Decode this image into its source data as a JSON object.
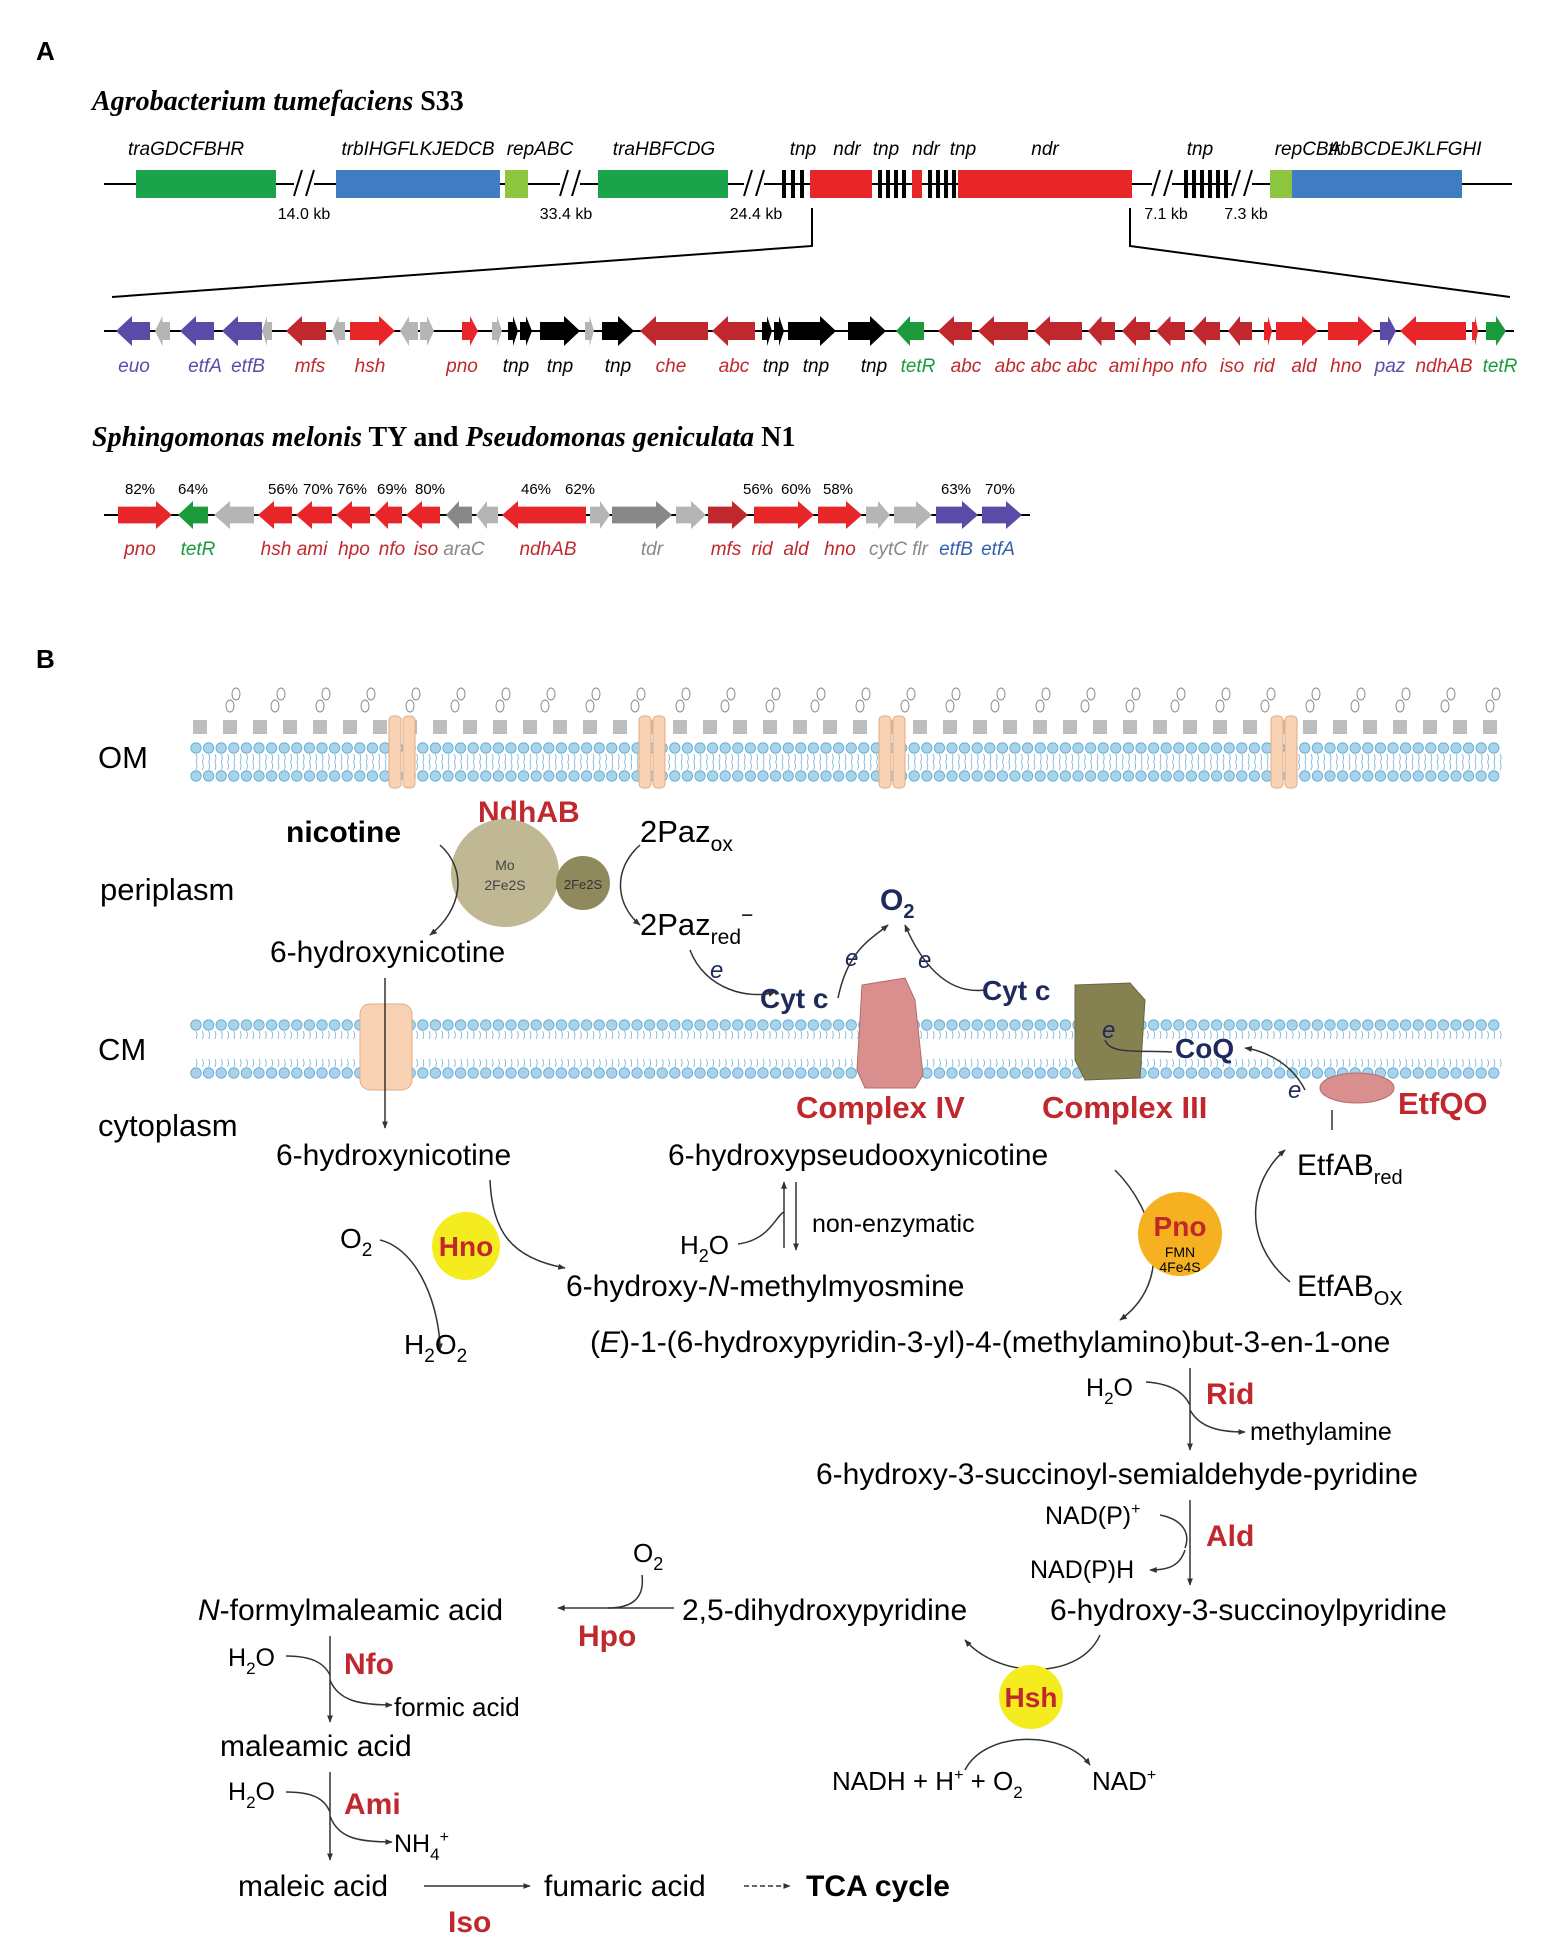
{
  "panels": {
    "a": "A",
    "b": "B"
  },
  "panel_a": {
    "organism1": {
      "genus": "Agrobacterium tumefaciens",
      "strain": "S33"
    },
    "locus_labels": [
      "traGDCFBHR",
      "trbIHGFLKJEDCB",
      "repABC",
      "traHBFCDG",
      "tnp",
      "ndr",
      "tnp",
      "ndr",
      "tnp",
      "ndr",
      "tnp",
      "repCBA",
      "trbBCDEJKLFGHI"
    ],
    "gaps": [
      "14.0 kb",
      "33.4 kb",
      "24.4 kb",
      "7.1 kb",
      "7.3 kb"
    ],
    "cluster_genes": [
      {
        "label": "euo",
        "color": "#5b4aa8"
      },
      {
        "label": "etfA",
        "color": "#5b4aa8"
      },
      {
        "label": "etfB",
        "color": "#5b4aa8"
      },
      {
        "label": "mfs",
        "color": "#c0282d"
      },
      {
        "label": "hsh",
        "color": "#c0282d"
      },
      {
        "label": "pno",
        "color": "#c0282d"
      },
      {
        "label": "tnp",
        "color": "#000000"
      },
      {
        "label": "tnp",
        "color": "#000000"
      },
      {
        "label": "tnp",
        "color": "#000000"
      },
      {
        "label": "che",
        "color": "#c0282d"
      },
      {
        "label": "abc",
        "color": "#c0282d"
      },
      {
        "label": "tnp",
        "color": "#000000"
      },
      {
        "label": "tnp",
        "color": "#000000"
      },
      {
        "label": "tnp",
        "color": "#000000"
      },
      {
        "label": "tetR",
        "color": "#1a9a3a"
      },
      {
        "label": "abc",
        "color": "#c0282d"
      },
      {
        "label": "abc",
        "color": "#c0282d"
      },
      {
        "label": "abc",
        "color": "#c0282d"
      },
      {
        "label": "abc",
        "color": "#c0282d"
      },
      {
        "label": "ami",
        "color": "#c0282d"
      },
      {
        "label": "hpo",
        "color": "#c0282d"
      },
      {
        "label": "nfo",
        "color": "#c0282d"
      },
      {
        "label": "iso",
        "color": "#c0282d"
      },
      {
        "label": "rid",
        "color": "#c0282d"
      },
      {
        "label": "ald",
        "color": "#c0282d"
      },
      {
        "label": "hno",
        "color": "#c0282d"
      },
      {
        "label": "paz",
        "color": "#5b4aa8"
      },
      {
        "label": "ndhAB",
        "color": "#c0282d"
      },
      {
        "label": "tetR",
        "color": "#1a9a3a"
      }
    ],
    "organism2": {
      "genus1": "Sphingomonas melonis",
      "strain1": "TY",
      "joiner": "and",
      "genus2": "Pseudomonas geniculata",
      "strain2": "N1"
    },
    "homolog_genes": [
      {
        "label": "pno",
        "color": "#c0282d"
      },
      {
        "label": "tetR",
        "color": "#1a9a3a"
      },
      {
        "label": "hsh",
        "color": "#c0282d"
      },
      {
        "label": "ami",
        "color": "#c0282d"
      },
      {
        "label": "hpo",
        "color": "#c0282d"
      },
      {
        "label": "nfo",
        "color": "#c0282d"
      },
      {
        "label": "iso",
        "color": "#c0282d"
      },
      {
        "label": "araC",
        "color": "#888888"
      },
      {
        "label": "ndhAB",
        "color": "#c0282d"
      },
      {
        "label": "tdr",
        "color": "#888888"
      },
      {
        "label": "mfs",
        "color": "#c0282d"
      },
      {
        "label": "rid",
        "color": "#c0282d"
      },
      {
        "label": "ald",
        "color": "#c0282d"
      },
      {
        "label": "hno",
        "color": "#c0282d"
      },
      {
        "label": "cytC",
        "color": "#888888"
      },
      {
        "label": "flr",
        "color": "#888888"
      },
      {
        "label": "etfB",
        "color": "#2f5fb0"
      },
      {
        "label": "etfA",
        "color": "#2f5fb0"
      }
    ],
    "identities": [
      "82%",
      "64%",
      "56%",
      "70%",
      "76%",
      "69%",
      "80%",
      "46%",
      "62%",
      "56%",
      "60%",
      "58%",
      "63%",
      "70%"
    ]
  },
  "panel_b": {
    "compartments": {
      "om": "OM",
      "periplasm": "periplasm",
      "cm": "CM",
      "cytoplasm": "cytoplasm"
    },
    "enzymes": {
      "ndhab": "NdhAB",
      "hno": "Hno",
      "pno": "Pno",
      "rid": "Rid",
      "ald": "Ald",
      "hsh": "Hsh",
      "hpo": "Hpo",
      "nfo": "Nfo",
      "ami": "Ami",
      "iso": "Iso",
      "complex4": "Complex IV",
      "complex3": "Complex III",
      "etfqo": "EtfQO"
    },
    "cofactors": {
      "mo": "Mo",
      "fes1": "2Fe2S",
      "fes2": "2Fe2S",
      "fmn": "FMN",
      "fe4s": "4Fe4S"
    },
    "carriers": {
      "cytc1": "Cyt c",
      "cytc2": "Cyt c",
      "coq": "CoQ",
      "e": "e"
    },
    "compounds": {
      "nicotine": "nicotine",
      "hydroxynicotine": "6-hydroxynicotine",
      "hydroxypseudo": "6-hydroxypseudooxynicotine",
      "myosmine_pre": "6-hydroxy-",
      "myosmine_n": "N",
      "myosmine_post": "-methylmyosmine",
      "non_enzymatic": "non-enzymatic",
      "butenone_e": "E",
      "butenone": "-1-(6-hydroxypyridin-3-yl)-4-(methylamino)but-3-en-1-one",
      "methylamine": "methylamine",
      "semialdehyde": "6-hydroxy-3-succinoyl-semialdehyde-pyridine",
      "succinoylpyridine": "6-hydroxy-3-succinoylpyridine",
      "dhp": "2,5-dihydroxypyridine",
      "nfm_n": "N",
      "nfm": "-formylmaleamic acid",
      "formic": "formic acid",
      "maleamic": "maleamic acid",
      "maleic": "maleic acid",
      "fumaric": "fumaric acid",
      "tca": "TCA cycle",
      "paz": "2Paz",
      "paz_ox": "ox",
      "paz_red": "red",
      "etfab": "EtfAB",
      "etf_red": "red",
      "etf_ox": "OX"
    }
  }
}
